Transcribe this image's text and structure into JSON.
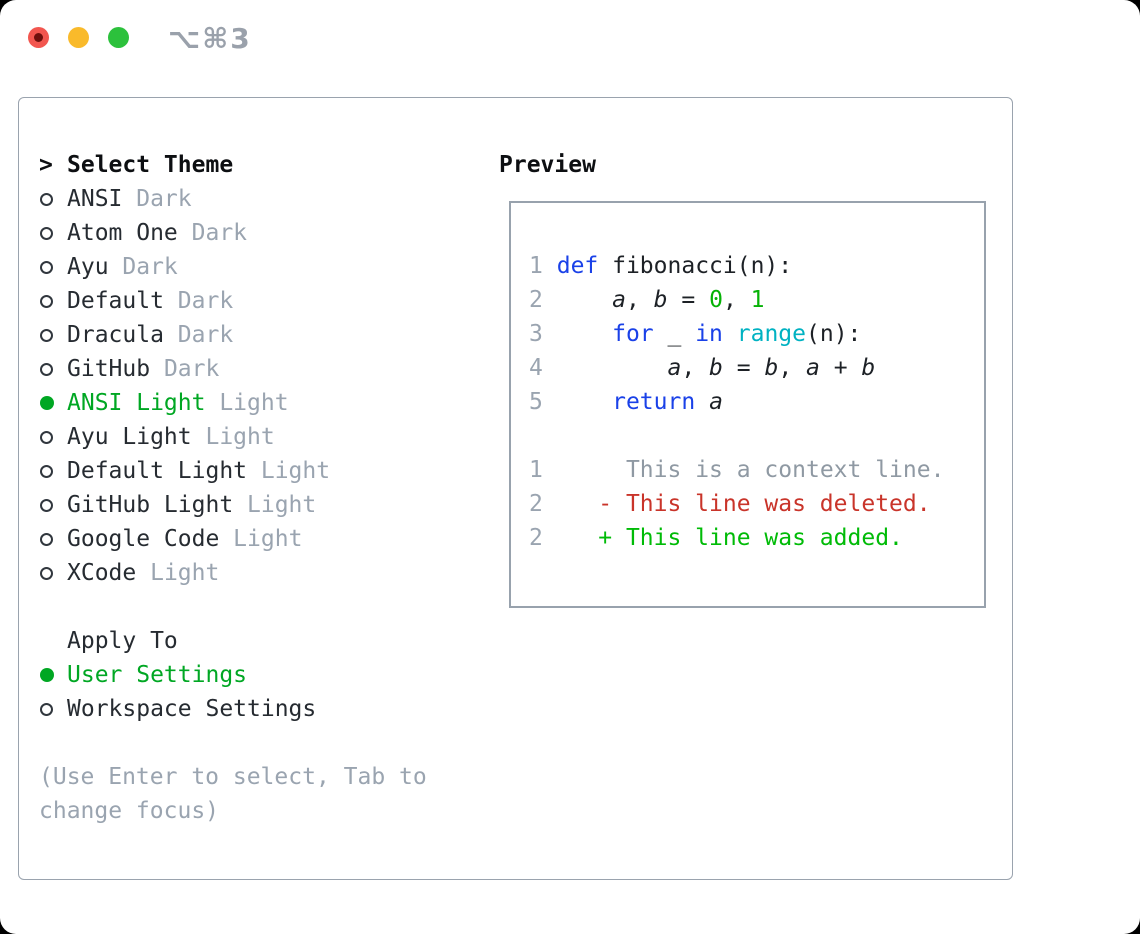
{
  "window": {
    "title": "⌥⌘3"
  },
  "colors": {
    "selection_green": "#00a723",
    "keyword_blue": "#1a41e8",
    "function_cyan": "#00b2c2",
    "literal_green": "#06b206",
    "deleted_red": "#c9342a",
    "added_green": "#00bb07",
    "muted_gray": "#9aa4b0",
    "panel_border": "#9aa3ae"
  },
  "theme_picker": {
    "header_prefix": ">",
    "header": "Select Theme",
    "items": [
      {
        "name": "ANSI",
        "variant": "Dark",
        "selected": false
      },
      {
        "name": "Atom One",
        "variant": "Dark",
        "selected": false
      },
      {
        "name": "Ayu",
        "variant": "Dark",
        "selected": false
      },
      {
        "name": "Default",
        "variant": "Dark",
        "selected": false
      },
      {
        "name": "Dracula",
        "variant": "Dark",
        "selected": false
      },
      {
        "name": "GitHub",
        "variant": "Dark",
        "selected": false
      },
      {
        "name": "ANSI Light",
        "variant": "Light",
        "selected": true
      },
      {
        "name": "Ayu Light",
        "variant": "Light",
        "selected": false
      },
      {
        "name": "Default Light",
        "variant": "Light",
        "selected": false
      },
      {
        "name": "GitHub Light",
        "variant": "Light",
        "selected": false
      },
      {
        "name": "Google Code",
        "variant": "Light",
        "selected": false
      },
      {
        "name": "XCode",
        "variant": "Light",
        "selected": false
      }
    ],
    "apply_to": {
      "header": "Apply To",
      "options": [
        {
          "name": "User Settings",
          "selected": true
        },
        {
          "name": "Workspace Settings",
          "selected": false
        }
      ]
    },
    "hint_lines": [
      "(Use Enter to select, Tab to",
      "change focus)"
    ]
  },
  "preview": {
    "header": "Preview",
    "code_lines": [
      {
        "segments": [
          {
            "t": "1",
            "c": "ln"
          },
          {
            "t": " ",
            "c": ""
          },
          {
            "t": "def",
            "c": "kw"
          },
          {
            "t": " fibonacci(n):",
            "c": ""
          }
        ]
      },
      {
        "segments": [
          {
            "t": "2",
            "c": "ln"
          },
          {
            "t": "     ",
            "c": ""
          },
          {
            "t": "a",
            "c": "it"
          },
          {
            "t": ", ",
            "c": ""
          },
          {
            "t": "b",
            "c": "it"
          },
          {
            "t": " = ",
            "c": ""
          },
          {
            "t": "0",
            "c": "num"
          },
          {
            "t": ", ",
            "c": ""
          },
          {
            "t": "1",
            "c": "num"
          }
        ]
      },
      {
        "segments": [
          {
            "t": "3",
            "c": "ln"
          },
          {
            "t": "     ",
            "c": ""
          },
          {
            "t": "for",
            "c": "kw"
          },
          {
            "t": " _ ",
            "c": ""
          },
          {
            "t": "in",
            "c": "kw"
          },
          {
            "t": " ",
            "c": ""
          },
          {
            "t": "range",
            "c": "cyan"
          },
          {
            "t": "(n):",
            "c": ""
          }
        ]
      },
      {
        "segments": [
          {
            "t": "4",
            "c": "ln"
          },
          {
            "t": "         ",
            "c": ""
          },
          {
            "t": "a",
            "c": "it"
          },
          {
            "t": ", ",
            "c": ""
          },
          {
            "t": "b",
            "c": "it"
          },
          {
            "t": " = ",
            "c": ""
          },
          {
            "t": "b",
            "c": "it"
          },
          {
            "t": ", ",
            "c": ""
          },
          {
            "t": "a",
            "c": "it"
          },
          {
            "t": " + ",
            "c": ""
          },
          {
            "t": "b",
            "c": "it"
          }
        ]
      },
      {
        "segments": [
          {
            "t": "5",
            "c": "ln"
          },
          {
            "t": "     ",
            "c": ""
          },
          {
            "t": "return",
            "c": "kw"
          },
          {
            "t": " ",
            "c": ""
          },
          {
            "t": "a",
            "c": "it"
          }
        ]
      },
      {
        "segments": [
          {
            "t": "",
            "c": ""
          }
        ]
      },
      {
        "segments": [
          {
            "t": "1",
            "c": "ln"
          },
          {
            "t": "      ",
            "c": ""
          },
          {
            "t": "This is a context line.",
            "c": "ctx"
          }
        ]
      },
      {
        "segments": [
          {
            "t": "2",
            "c": "ln"
          },
          {
            "t": "    ",
            "c": ""
          },
          {
            "t": "- This line was deleted.",
            "c": "del"
          }
        ]
      },
      {
        "segments": [
          {
            "t": "2",
            "c": "ln"
          },
          {
            "t": "    ",
            "c": ""
          },
          {
            "t": "+ This line was added.",
            "c": "add"
          }
        ]
      }
    ]
  }
}
